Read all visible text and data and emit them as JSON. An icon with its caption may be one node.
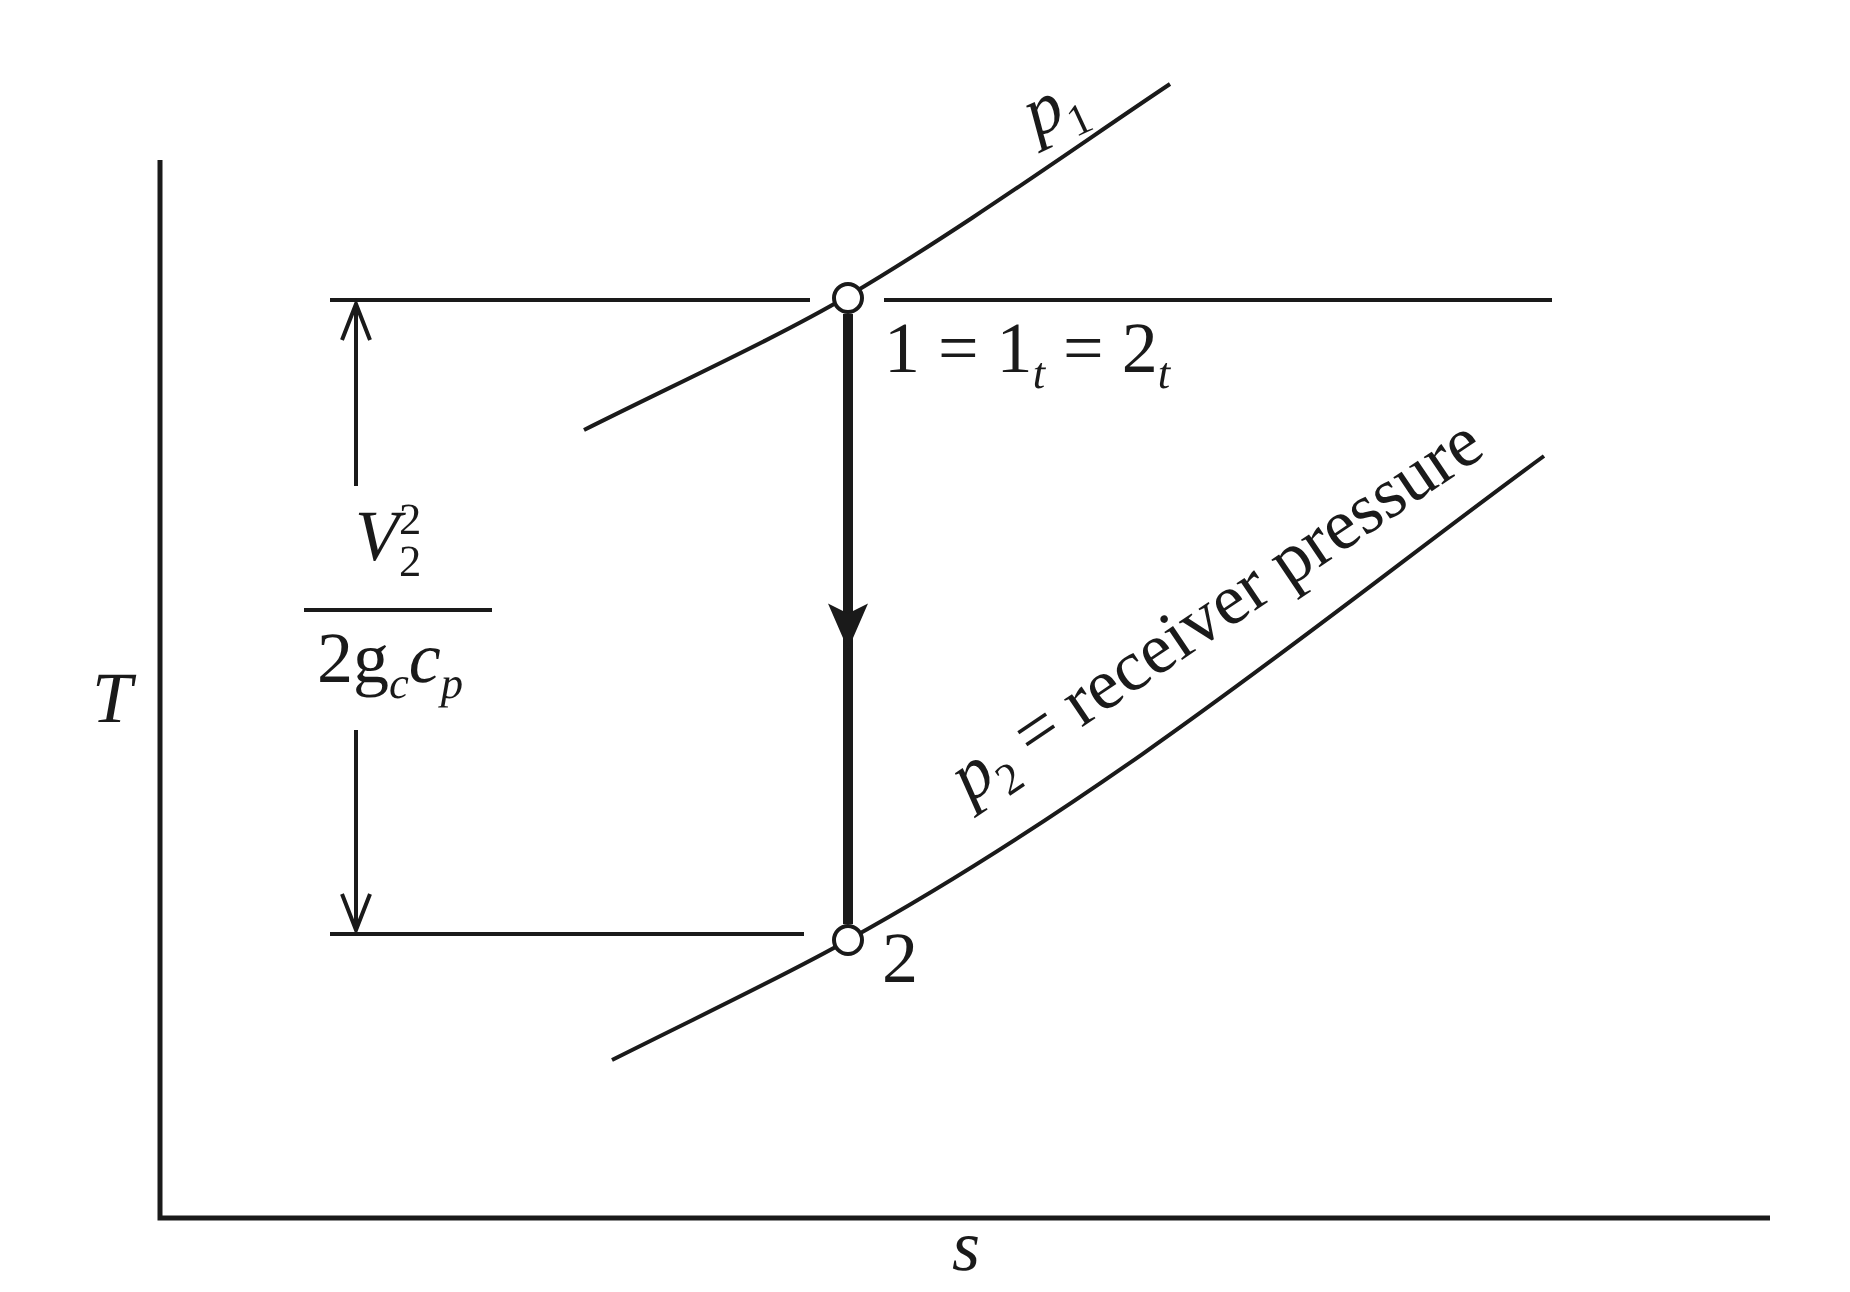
{
  "diagram": {
    "nodes": [
      {
        "text": [],
        "shape": "circle",
        "beside": [
          "1 = 1$_{t}$ = 2$_{t}$"
        ]
      },
      {
        "text": [],
        "shape": "circle",
        "beside": [
          "2"
        ]
      }
    ],
    "edges": [
      {
        "from": 0,
        "to": 1,
        "arrow": "to"
      }
    ],
    "labels": [
      "*p*$_{1}$",
      "*V*$_{2}$$^{2}$",
      "2g$_{c}$*c*$_{p}$",
      "T",
      "*p*$_{2}$ = receiver pressure",
      "s"
    ]
  }
}
